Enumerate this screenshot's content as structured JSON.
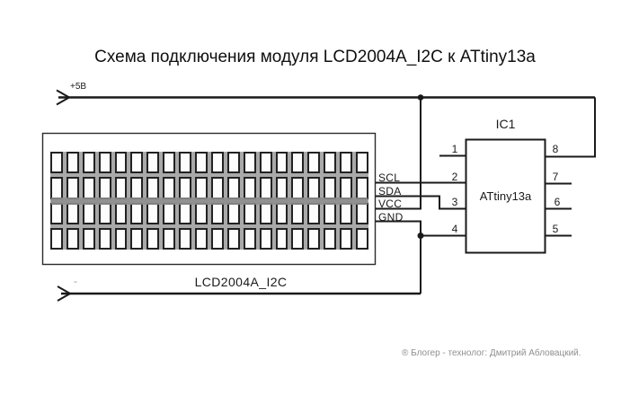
{
  "title": "Схема подключения модуля LCD2004A_I2C к ATtiny13a",
  "power": {
    "label": "+5В"
  },
  "ground": {
    "minus_label": "-"
  },
  "lcd": {
    "name": "LCD2004A_I2C",
    "pins": [
      "SCL",
      "SDA",
      "VCC",
      "GND"
    ],
    "grid": {
      "rows": 4,
      "cols": 20
    }
  },
  "ic": {
    "designator": "IC1",
    "part": "ATtiny13a",
    "left_pins": [
      "1",
      "2",
      "3",
      "4"
    ],
    "right_pins": [
      "8",
      "7",
      "6",
      "5"
    ]
  },
  "attribution": "® Блогер - технолог: Дмитрий Абловацкий.",
  "colors": {
    "wire": "#1a1a1a",
    "grid_gap": "#a9a9a9",
    "band": "#8d8d8d",
    "attribution_text": "#8f8f8f"
  }
}
